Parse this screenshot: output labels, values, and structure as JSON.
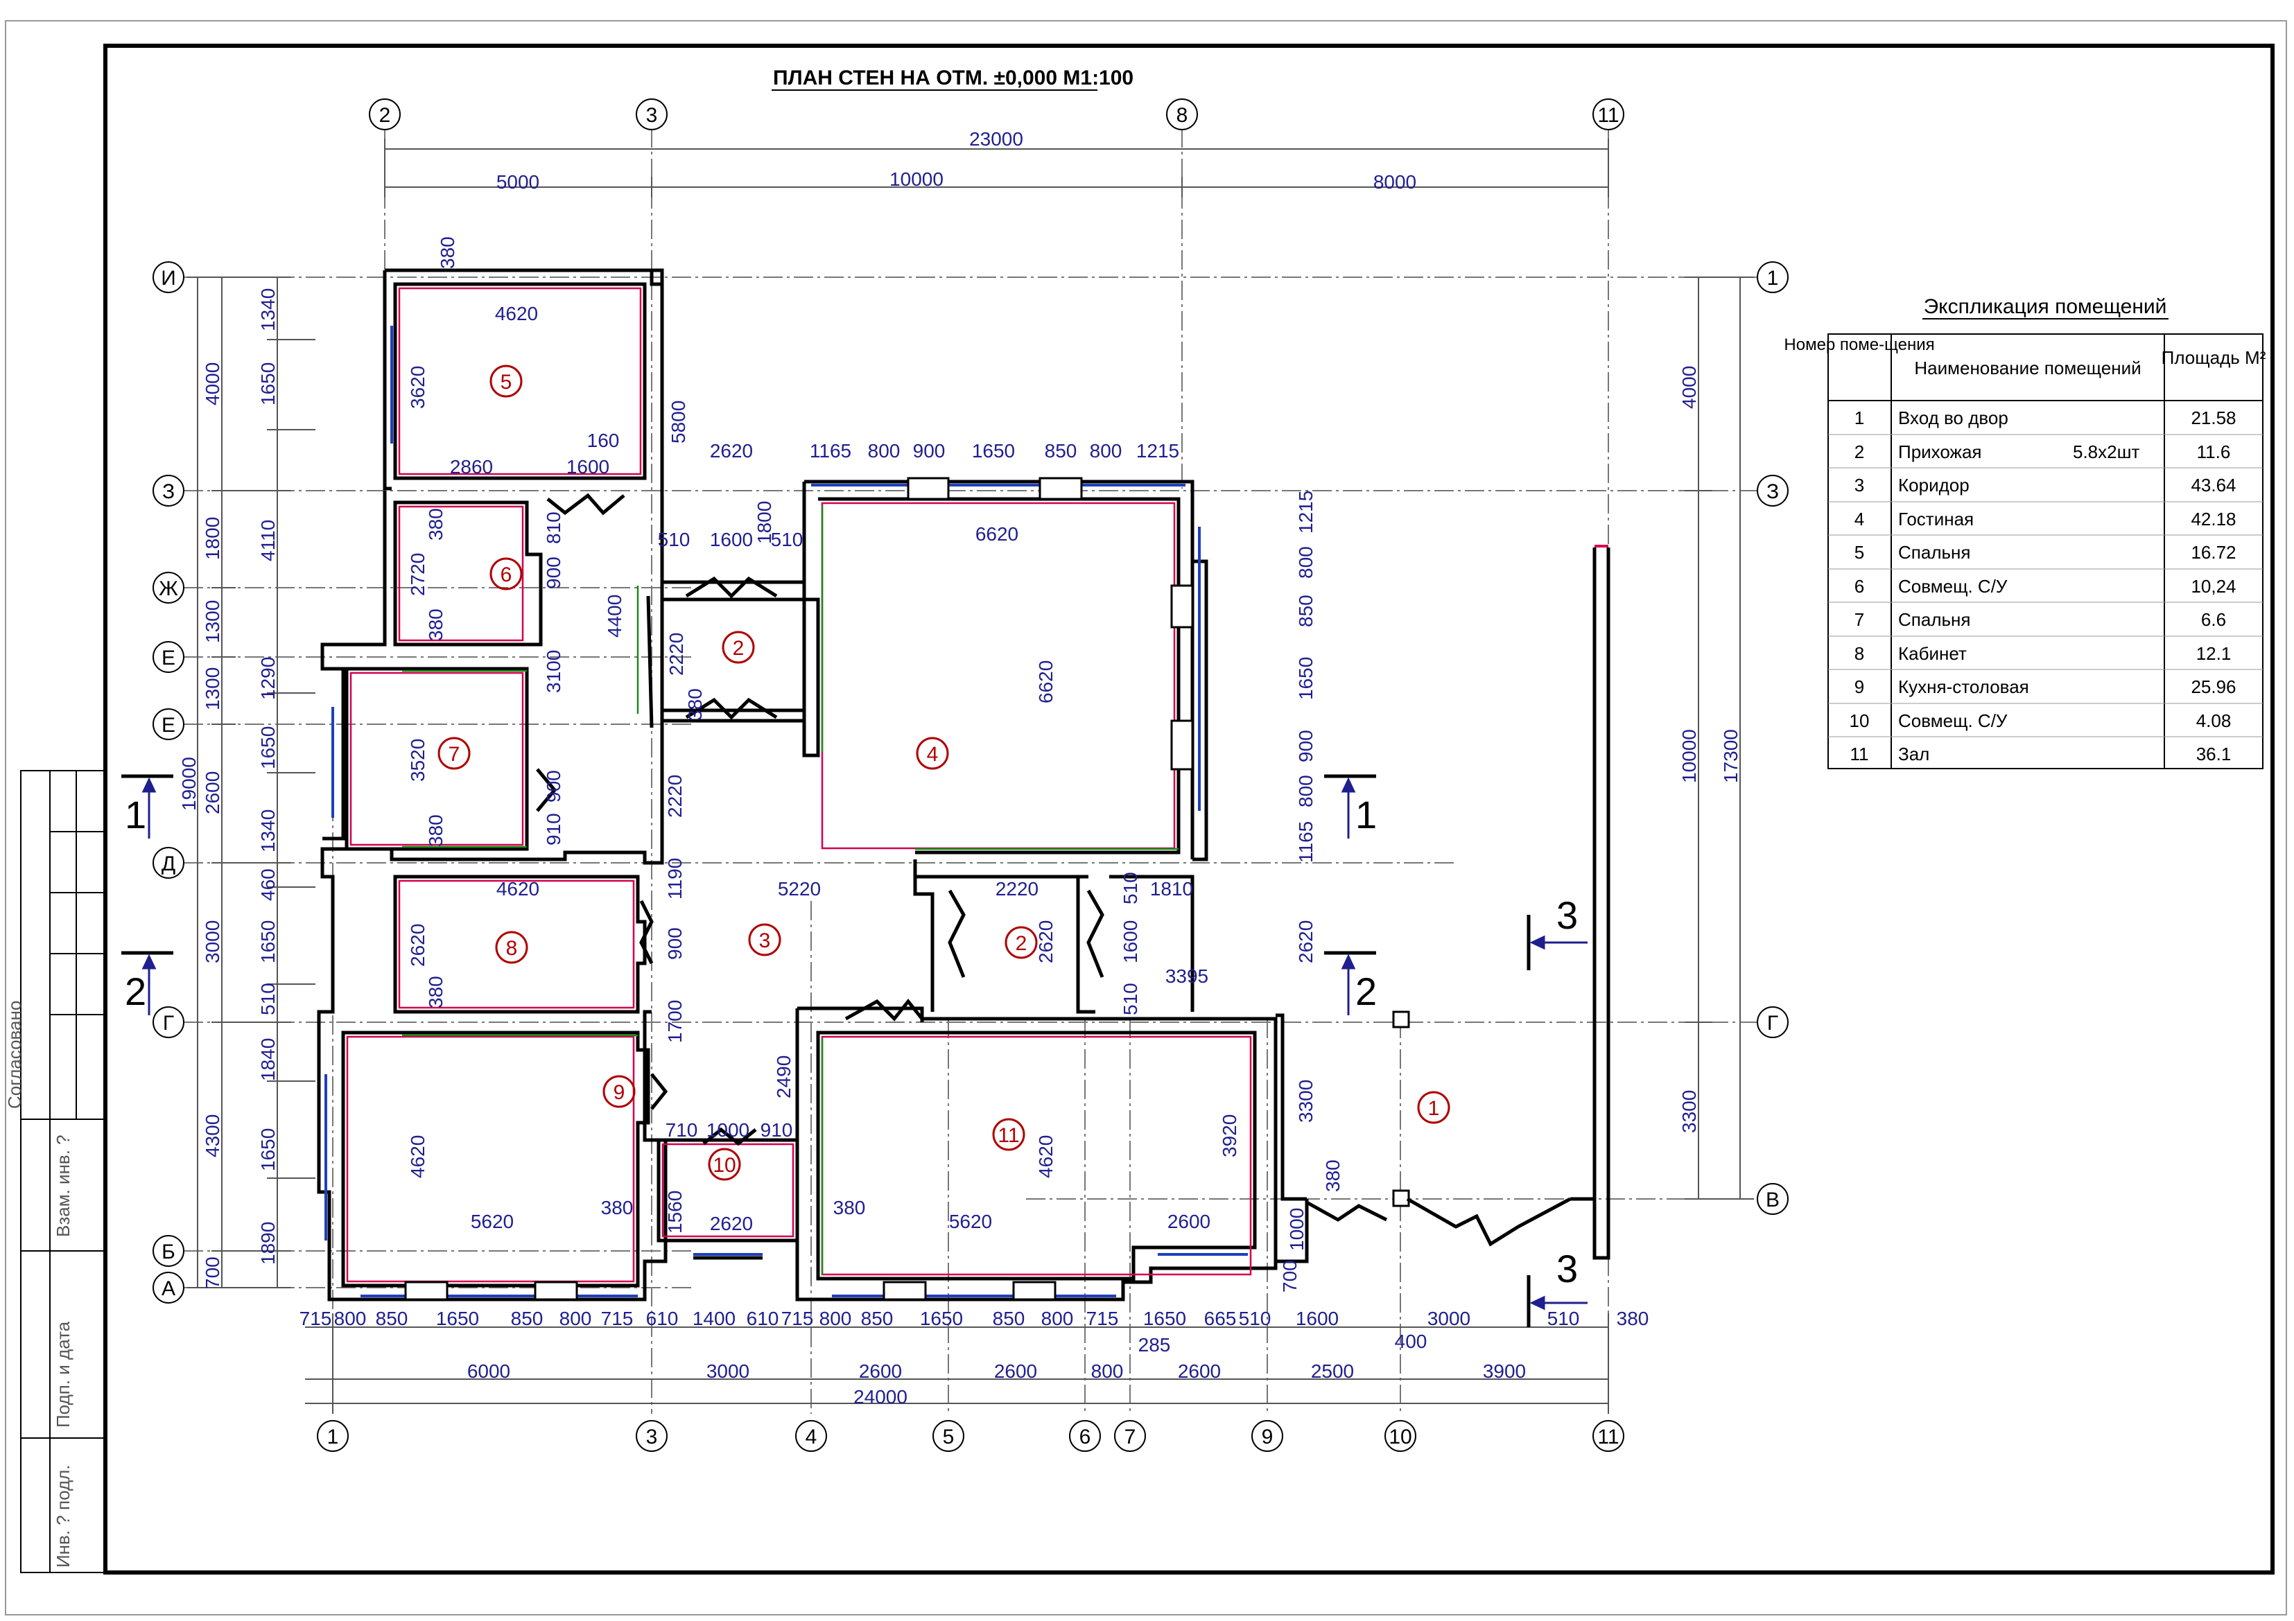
{
  "title": "ПЛАН СТЕН НА ОТМ. ±0,000  М1:100",
  "top_axes": [
    "2",
    "3",
    "8",
    "11"
  ],
  "bottom_axes": [
    "1",
    "3",
    "4",
    "5",
    "6",
    "7",
    "9",
    "10",
    "11"
  ],
  "left_axes": [
    "И",
    "З",
    "Ж",
    "Е",
    "Е",
    "Д",
    "Г",
    "Б",
    "А"
  ],
  "right_axes": [
    "1",
    "З",
    "Г",
    "В"
  ],
  "top_dims": {
    "total": "23000",
    "a": "5000",
    "b": "10000",
    "c": "8000"
  },
  "bottom_dims": {
    "row1": [
      "715",
      "800",
      "850",
      "1650",
      "850",
      "800",
      "715",
      "610",
      "1400",
      "610",
      "715",
      "800",
      "850",
      "1650",
      "850",
      "800",
      "715",
      "1650",
      "665",
      "510",
      "1600",
      "3000",
      "510",
      "380"
    ],
    "row1b": [
      "285",
      "400"
    ],
    "row2": [
      "6000",
      "3000",
      "2600",
      "2600",
      "800",
      "2600",
      "2500",
      "3900"
    ],
    "total": "24000"
  },
  "left_dims": {
    "outer": "19000",
    "mid": [
      "4000",
      "1800",
      "1300",
      "1300",
      "2600",
      "3000",
      "4300",
      "700"
    ],
    "inner": [
      "1340",
      "1650",
      "4110",
      "1290",
      "1650",
      "1340",
      "460",
      "1650",
      "510",
      "1840",
      "1650",
      "1890"
    ]
  },
  "right_dims": {
    "outer": "17300",
    "mid": [
      "4000",
      "10000",
      "3300"
    ]
  },
  "room_markers": [
    "5",
    "6",
    "7",
    "8",
    "9",
    "10",
    "2",
    "2",
    "3",
    "4",
    "11",
    "1"
  ],
  "plan_dims": {
    "r5": [
      "380",
      "4620",
      "3620",
      "2860",
      "1600",
      "160"
    ],
    "r6": [
      "380",
      "810",
      "2720",
      "380",
      "900"
    ],
    "r7": [
      "3520",
      "380",
      "3100",
      "900",
      "910"
    ],
    "r8": [
      "4620",
      "2620",
      "380",
      "900"
    ],
    "r9": [
      "4620",
      "5620",
      "380",
      "1700"
    ],
    "r10": [
      "710",
      "1000",
      "910",
      "1560",
      "2620",
      "2490"
    ],
    "top_row": [
      "2620",
      "1165",
      "800",
      "900",
      "1650",
      "850",
      "800",
      "1215"
    ],
    "hall": [
      "5800",
      "510",
      "1600",
      "510",
      "1800",
      "2220",
      "380",
      "4400",
      "2220",
      "1190"
    ],
    "living": [
      "6620",
      "6620"
    ],
    "corridor": [
      "5220",
      "2220",
      "2620",
      "1600",
      "510",
      "510",
      "1810",
      "3395"
    ],
    "zal": [
      "380",
      "5620",
      "4620",
      "3920",
      "2600"
    ],
    "right_col": [
      "1215",
      "800",
      "850",
      "1650",
      "900",
      "800",
      "1165",
      "2620",
      "3300",
      "1000",
      "700",
      "380"
    ]
  },
  "section_marks": [
    "1",
    "1",
    "2",
    "2",
    "3",
    "3"
  ],
  "side_stamp": {
    "approved": "Согласовано",
    "fields": [
      "Взам. инв. ?",
      "Подп. и дата",
      "Инв. ? подл."
    ]
  },
  "explication": {
    "title": "Экспликация помещений",
    "headers": [
      "Номер поме-щения",
      "Наименование помещений",
      "Площадь М²"
    ],
    "rows": [
      {
        "n": "1",
        "name": "Вход во двор",
        "extra": "",
        "area": "21.58"
      },
      {
        "n": "2",
        "name": "Прихожая",
        "extra": "5.8х2шт",
        "area": "11.6"
      },
      {
        "n": "3",
        "name": "Коридор",
        "extra": "",
        "area": "43.64"
      },
      {
        "n": "4",
        "name": "Гостиная",
        "extra": "",
        "area": "42.18"
      },
      {
        "n": "5",
        "name": "Спальня",
        "extra": "",
        "area": "16.72"
      },
      {
        "n": "6",
        "name": "Совмещ. С/У",
        "extra": "",
        "area": "10,24"
      },
      {
        "n": "7",
        "name": "Спальня",
        "extra": "",
        "area": "6.6"
      },
      {
        "n": "8",
        "name": "Кабинет",
        "extra": "",
        "area": "12.1"
      },
      {
        "n": "9",
        "name": "Кухня-столовая",
        "extra": "",
        "area": "25.96"
      },
      {
        "n": "10",
        "name": "Совмещ. С/У",
        "extra": "",
        "area": "4.08"
      },
      {
        "n": "11",
        "name": "Зал",
        "extra": "",
        "area": "36.1"
      }
    ]
  },
  "colors": {
    "dim": "#1f1f8f",
    "wall": "#000000",
    "finish_red": "#d4004e",
    "finish_green": "#1a8a1a",
    "window": "#1f3fbf",
    "marker": "#b00000"
  }
}
